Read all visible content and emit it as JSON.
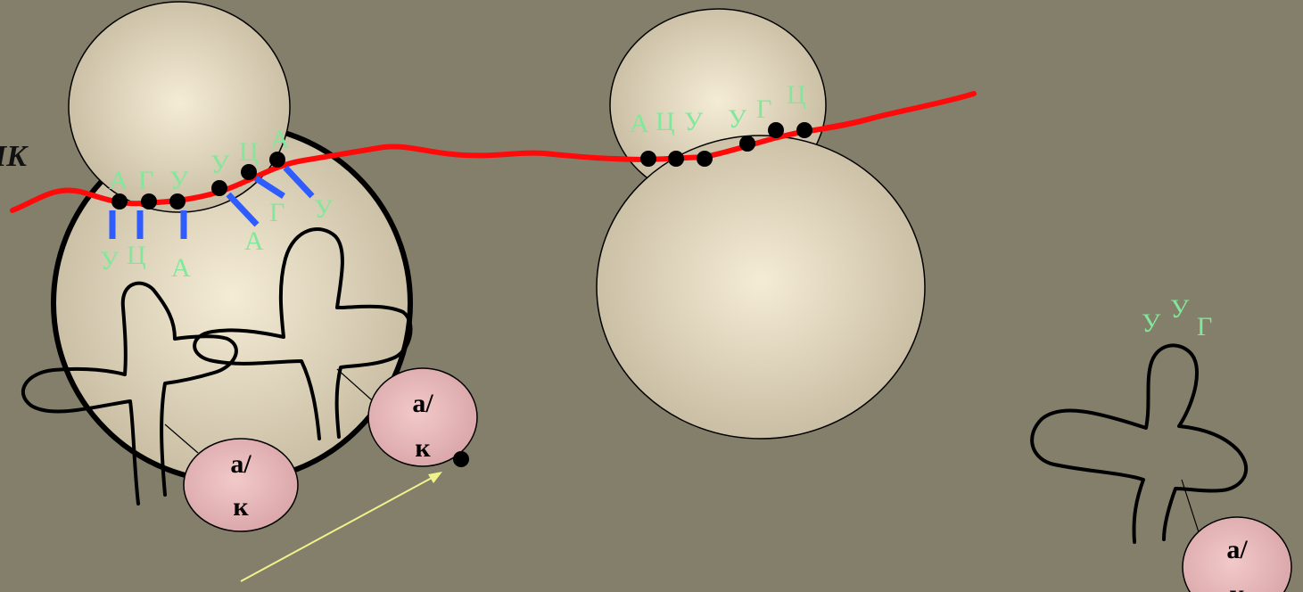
{
  "mrna_label": "IK",
  "ribosome_left": {
    "codon_top": [
      "А",
      "Г",
      "У"
    ],
    "codon_site2": [
      "У",
      "Ц",
      "А"
    ],
    "anticodon_1": [
      "У",
      "Ц",
      "А"
    ],
    "anticodon_2": [
      "А",
      "Г",
      "У"
    ]
  },
  "ribosome_right": {
    "codons": [
      "А",
      "Ц",
      "У",
      "У",
      "Г",
      "Ц"
    ]
  },
  "free_trna": {
    "anticodon": [
      "У",
      "У",
      "Г"
    ]
  },
  "amino_acid_label_top": "а/",
  "amino_acid_label_bottom": "к",
  "colors": {
    "background": "#847f6b",
    "mrna": "#ff0a0a",
    "codon_text": "#7fe89a",
    "anticodon_bar": "#2f5cff",
    "amino_acid_fill": "#e6b8b8",
    "arrow": "#f2f28c"
  }
}
